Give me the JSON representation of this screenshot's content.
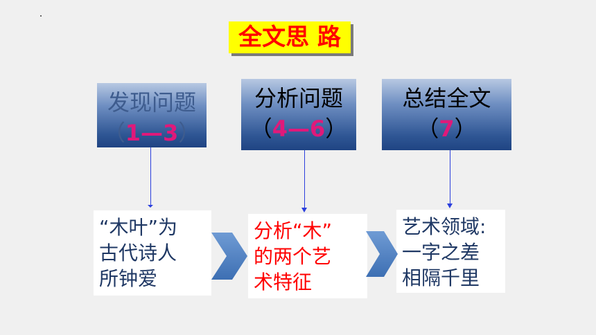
{
  "title": "全文思 路",
  "stages": [
    {
      "label": "发现问题",
      "open": "（",
      "range": "1—3",
      "close": "）"
    },
    {
      "label": "分析问题",
      "open": "（",
      "range": "4—6",
      "close": "）"
    },
    {
      "label": "总结全文",
      "open": "（",
      "range": "7",
      "close": "）"
    }
  ],
  "details": [
    {
      "lines": [
        "“木叶”为",
        "古代诗人",
        "所钟爱"
      ]
    },
    {
      "lines": [
        "分析“木”",
        "的两个艺",
        "术特征"
      ]
    },
    {
      "lines": [
        "艺术领域:",
        "一字之差",
        "相隔千里"
      ]
    }
  ],
  "colors": {
    "title_bg": "#ffff00",
    "title_text": "#ff0000",
    "stage_bg": "#2f5694",
    "range_text": "#e0197a",
    "detail_blue": "#1f3864",
    "detail_red": "#ff0000",
    "chevron": "#4a7fc0",
    "connector": "#2b3fdd"
  }
}
